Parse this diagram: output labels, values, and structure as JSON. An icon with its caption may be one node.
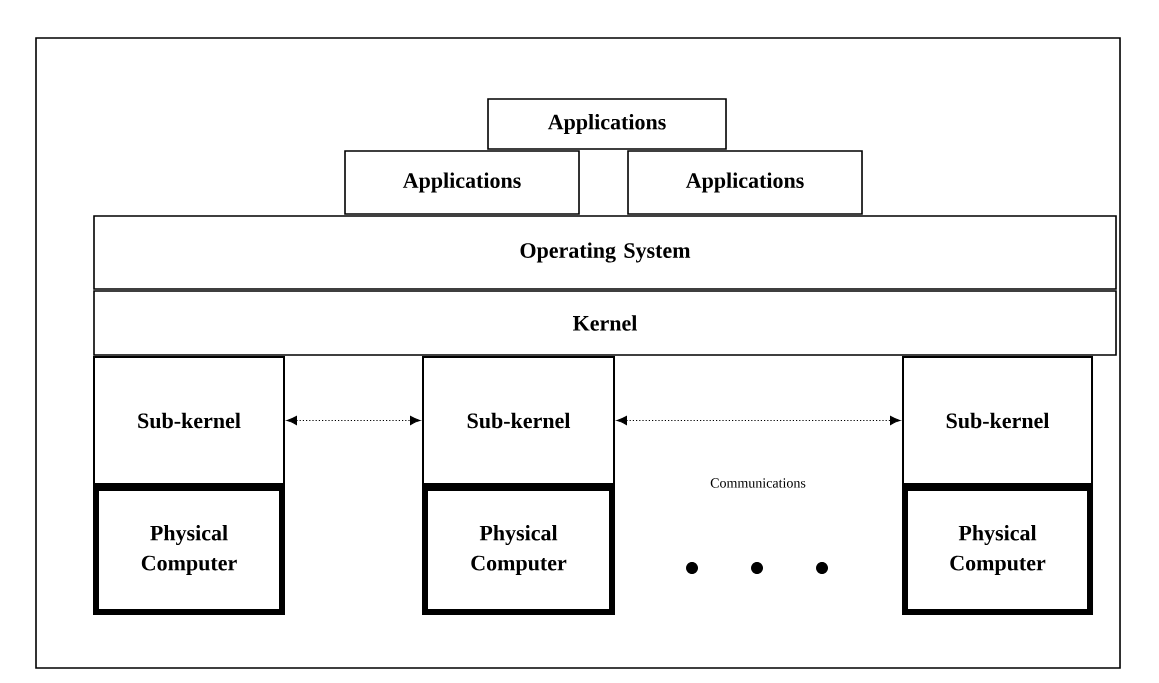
{
  "diagram": {
    "nodes": [
      {
        "text": [
          "Applications"
        ]
      },
      {
        "text": [
          "Applications"
        ]
      },
      {
        "text": [
          "Applications"
        ]
      },
      {
        "text": [
          "Operating System"
        ]
      },
      {
        "text": [
          "Kernel"
        ]
      },
      {
        "text": [
          "Sub-kernel"
        ]
      },
      {
        "text": [
          "Physical Computer"
        ]
      },
      {
        "text": [
          "Sub-kernel"
        ]
      },
      {
        "text": [
          "Physical Computer"
        ]
      },
      {
        "text": [
          "Sub-kernel"
        ]
      },
      {
        "text": [
          "Physical Computer"
        ]
      }
    ],
    "edges": [
      {
        "from": 5,
        "to": 7,
        "arrow": "both"
      },
      {
        "from": 7,
        "to": 9,
        "arrow": "both"
      }
    ],
    "labels": [
      "Communications"
    ]
  }
}
